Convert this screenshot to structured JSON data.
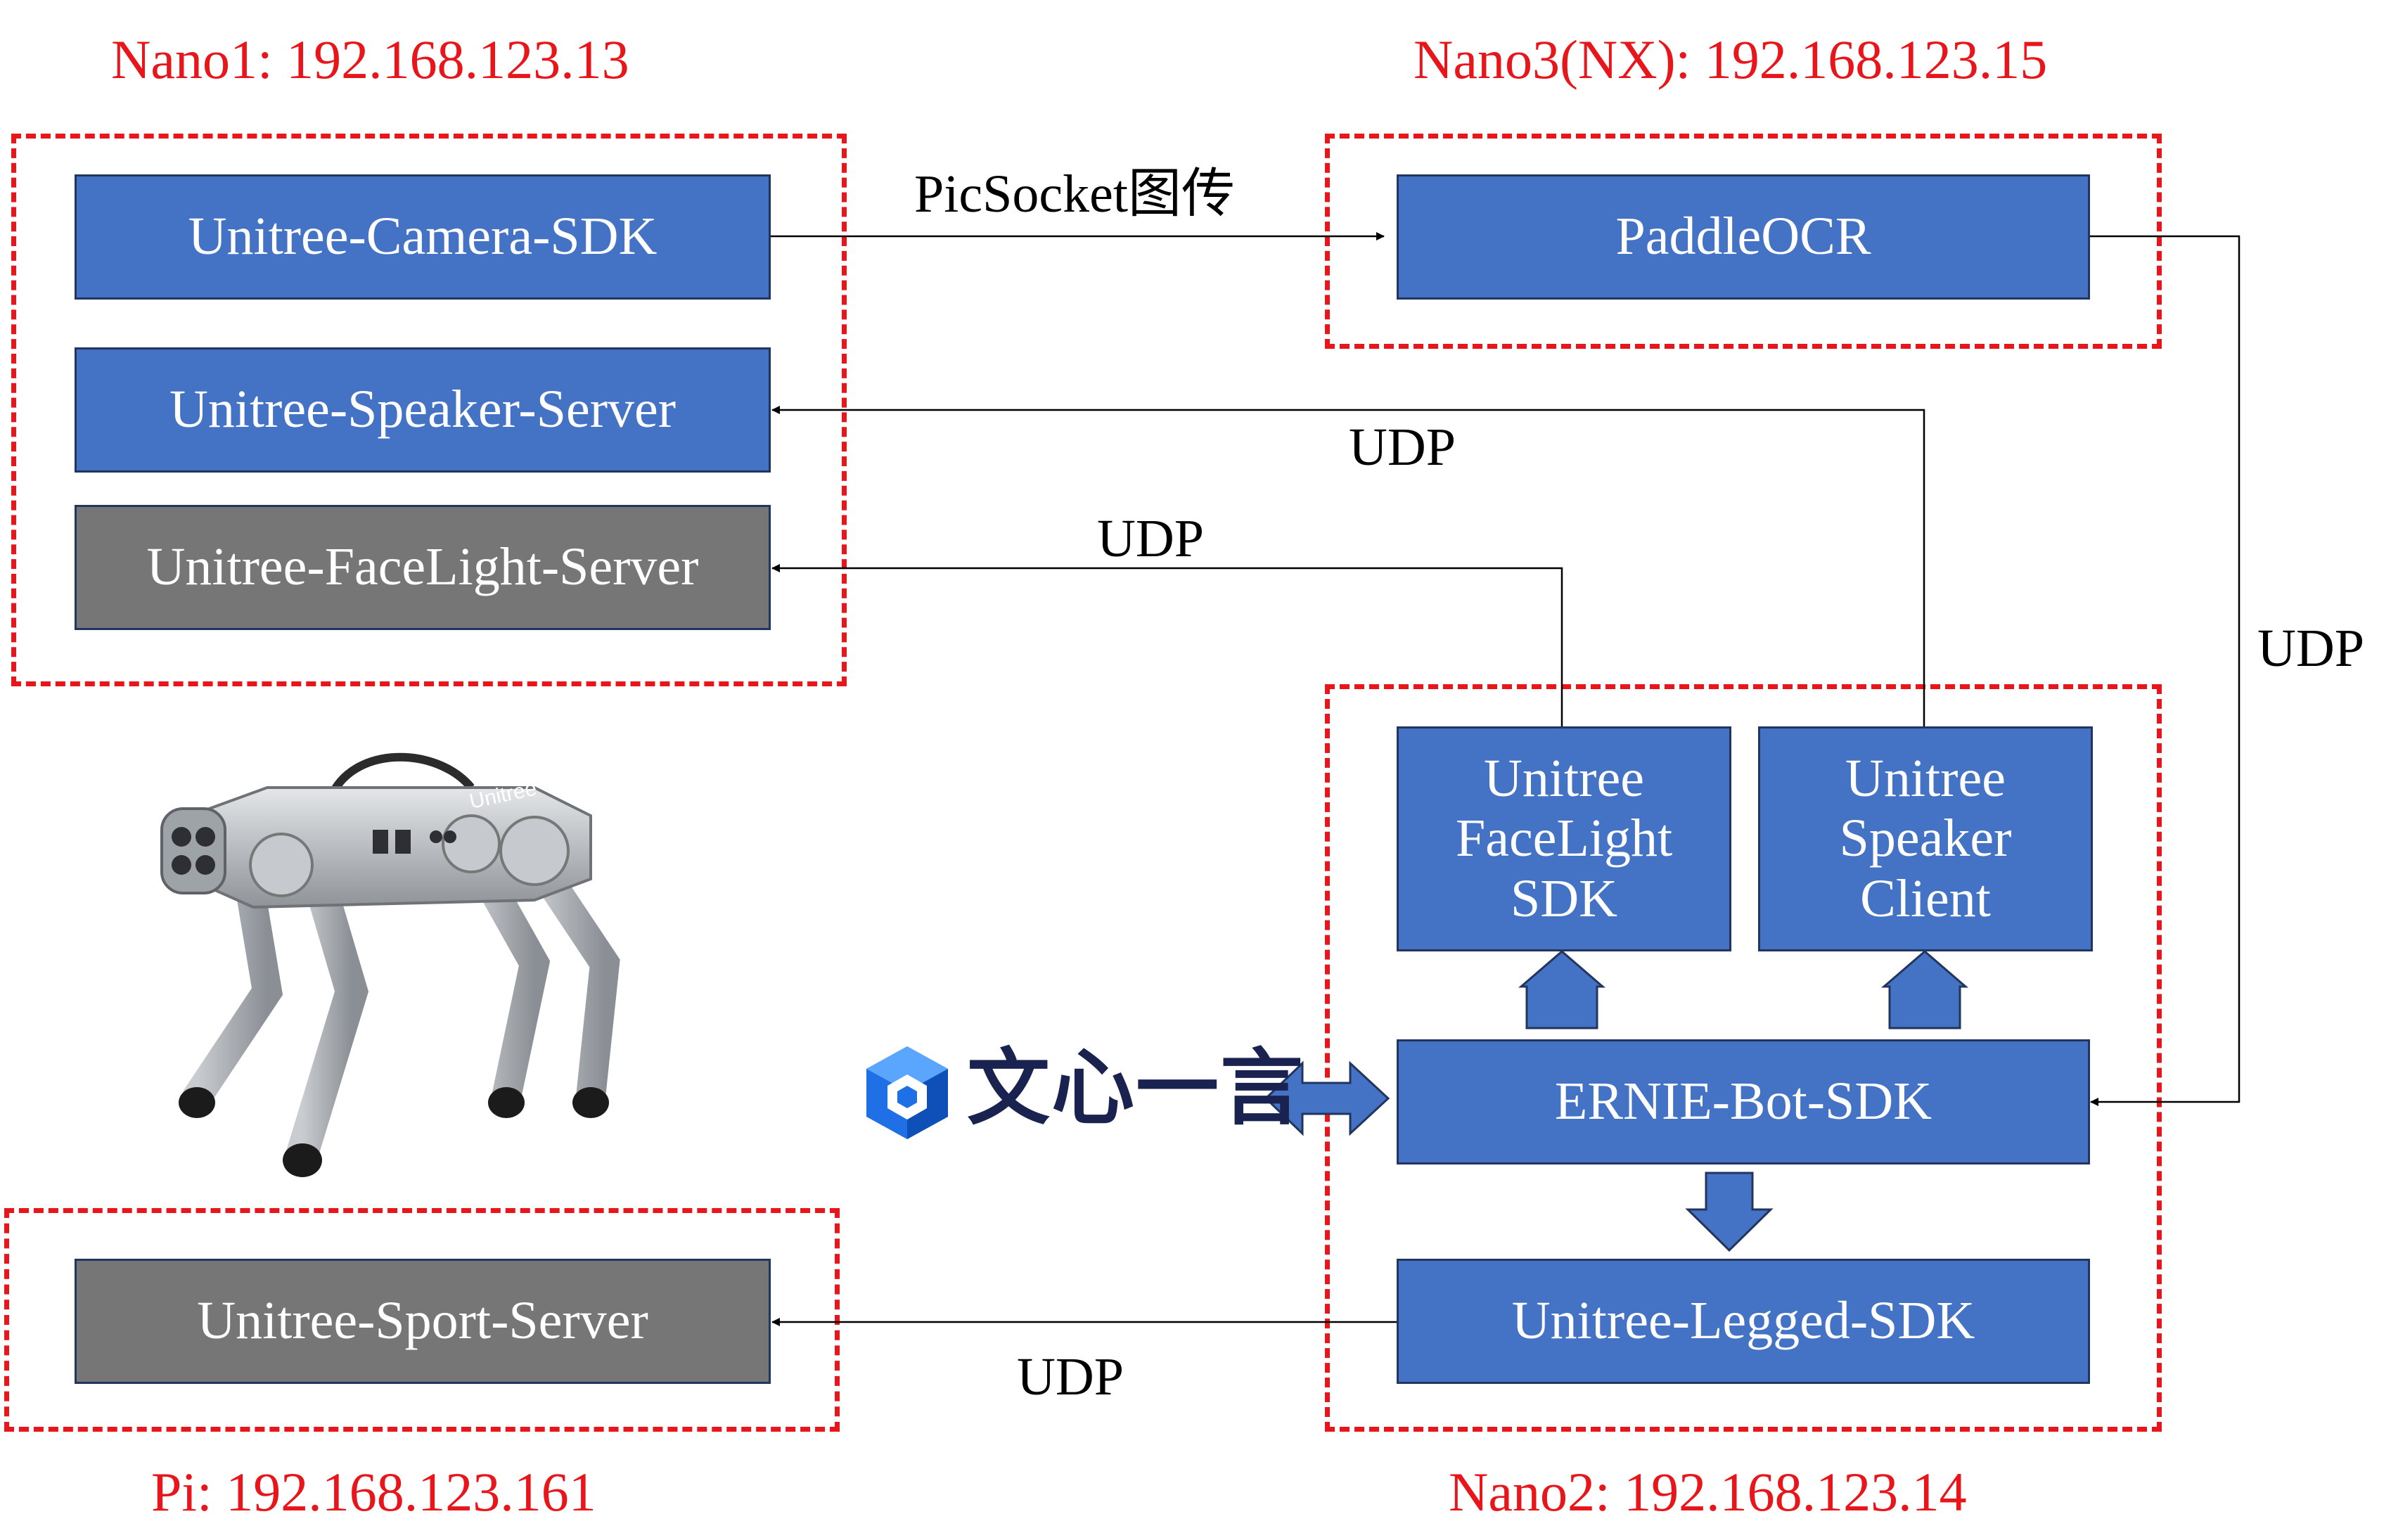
{
  "zones": {
    "nano1": "Nano1: 192.168.123.13",
    "nano3": "Nano3(NX): 192.168.123.15",
    "pi": "Pi: 192.168.123.161",
    "nano2": "Nano2: 192.168.123.14"
  },
  "boxes": {
    "camera_sdk": "Unitree-Camera-SDK",
    "speaker_server": "Unitree-Speaker-Server",
    "facelight_server": "Unitree-FaceLight-Server",
    "paddleocr": "PaddleOCR",
    "facelight_sdk": "Unitree\nFaceLight\nSDK",
    "speaker_client": "Unitree\nSpeaker\nClient",
    "ernie_bot_sdk": "ERNIE-Bot-SDK",
    "legged_sdk": "Unitree-Legged-SDK",
    "sport_server": "Unitree-Sport-Server"
  },
  "connections": {
    "camera_to_ocr": "PicSocket图传",
    "client_to_speaker": "UDP",
    "facelight_to_server": "UDP",
    "ocr_to_ernie": "UDP",
    "legged_to_sport": "UDP"
  },
  "logo": {
    "ernie_name": "文心一言"
  },
  "robot": {
    "brand": "Unitree"
  },
  "colors": {
    "zone_red": "#e8151a",
    "box_blue": "#4472c4",
    "box_gray": "#767676"
  }
}
